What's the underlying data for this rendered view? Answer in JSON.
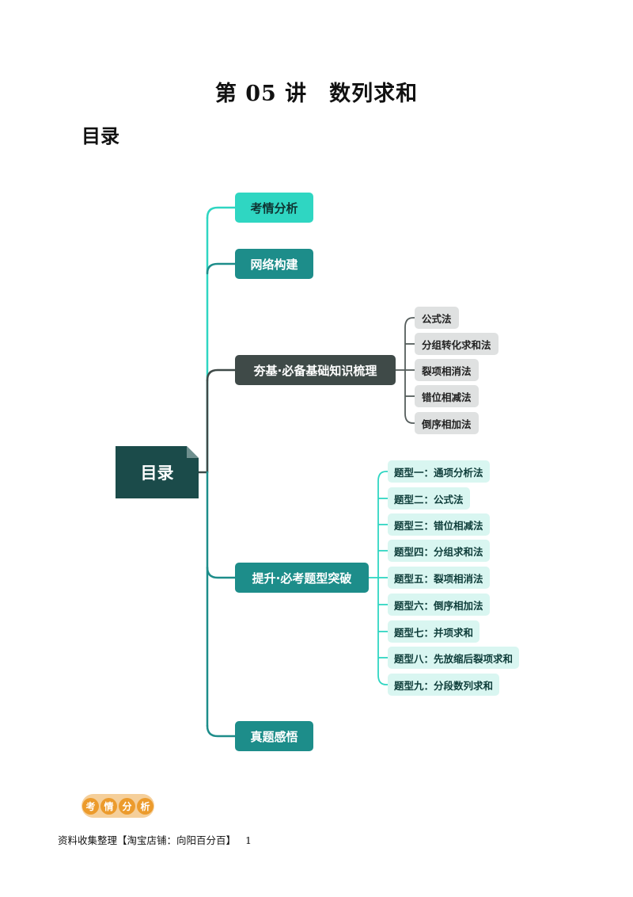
{
  "page": {
    "title": "第 05 讲　数列求和",
    "toc_heading": "目录"
  },
  "mindmap": {
    "root": "目录",
    "sections": [
      {
        "label": "考情分析"
      },
      {
        "label": "网络构建"
      },
      {
        "label": "夯基·必备基础知识梳理",
        "children": [
          "公式法",
          "分组转化求和法",
          "裂项相消法",
          "错位相减法",
          "倒序相加法"
        ]
      },
      {
        "label": "提升·必考题型突破",
        "children": [
          "题型一：通项分析法",
          "题型二：公式法",
          "题型三：错位相减法",
          "题型四：分组求和法",
          "题型五：裂项相消法",
          "题型六：倒序相加法",
          "题型七：并项求和",
          "题型八：先放缩后裂项求和",
          "题型九：分段数列求和"
        ]
      },
      {
        "label": "真题感悟"
      }
    ],
    "colors": {
      "root": "#1b4b4a",
      "mint": "#2fd6c2",
      "teal": "#1d8d8a",
      "dark": "#3f4a48",
      "leaf_gray": "#dfe1e1",
      "leaf_mint": "#d9f6f1"
    }
  },
  "section_badge": {
    "chars": [
      "考",
      "情",
      "分",
      "析"
    ],
    "color": "#ec9b2c"
  },
  "footer": {
    "text": "资料收集整理【淘宝店铺：向阳百分百】",
    "page_number": "1"
  }
}
